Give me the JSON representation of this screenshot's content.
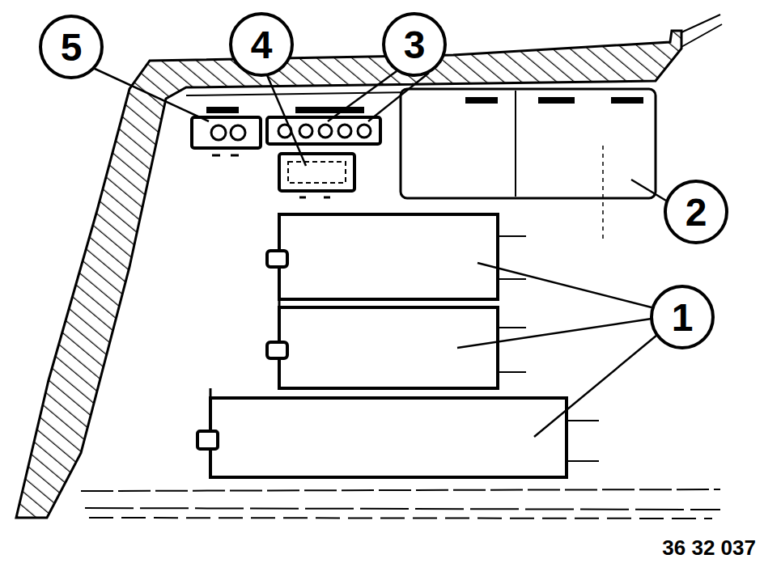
{
  "diagram": {
    "labels": [
      "5",
      "4",
      "3",
      "2",
      "1",
      "36 32 037"
    ]
  }
}
